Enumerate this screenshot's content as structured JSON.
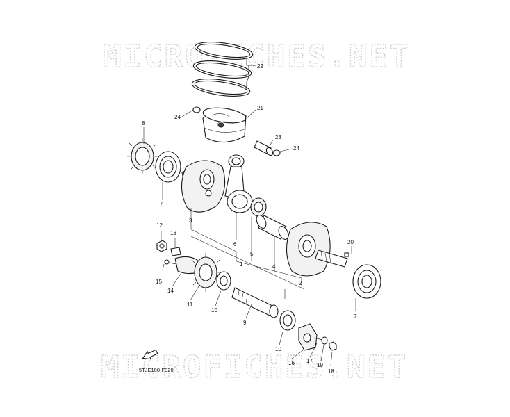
{
  "watermark": {
    "top": "MICROFICHES.NET",
    "bottom": "MICROFICHES.NET"
  },
  "diagram_code": "5TJE100-F020",
  "icons": {
    "front": "fr-arrow-icon"
  },
  "callouts": {
    "c1": "1",
    "c2": "2",
    "c3": "3",
    "c4": "4",
    "c5": "5",
    "c6": "6",
    "c7a": "7",
    "c7b": "7",
    "c8": "8",
    "c9": "9",
    "c10a": "10",
    "c10b": "10",
    "c11": "11",
    "c12": "12",
    "c13": "13",
    "c14": "14",
    "c15": "15",
    "c16": "16",
    "c17": "17",
    "c18": "18",
    "c19": "19",
    "c20": "20",
    "c21": "21",
    "c22": "22",
    "c23": "23",
    "c24a": "24",
    "c24b": "24"
  }
}
